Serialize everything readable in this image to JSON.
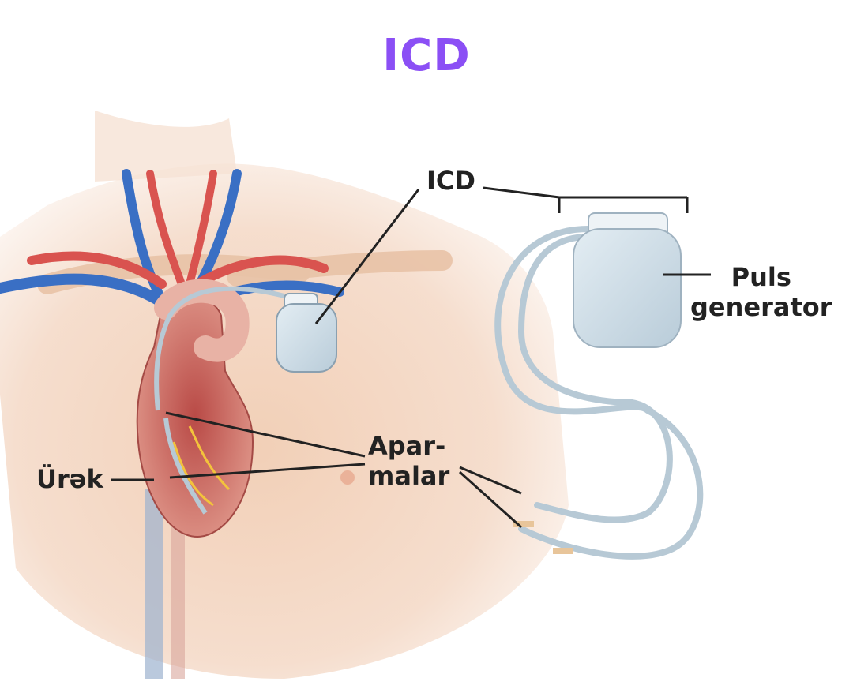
{
  "title": "ICD",
  "labels": {
    "icd": "ICD",
    "puls_line1": "Puls",
    "puls_line2": "generator",
    "apar_line1": "Apar-",
    "apar_line2": "malar",
    "urek": "Ürək"
  },
  "colors": {
    "title": "#8b4ff5",
    "label_text": "#222222",
    "skin": "#f3d9c6",
    "artery": "#d9534f",
    "vein": "#3a6fc4",
    "heart": "#c9605a",
    "device": "#c9d9e3",
    "lead": "#b7c9d5"
  }
}
